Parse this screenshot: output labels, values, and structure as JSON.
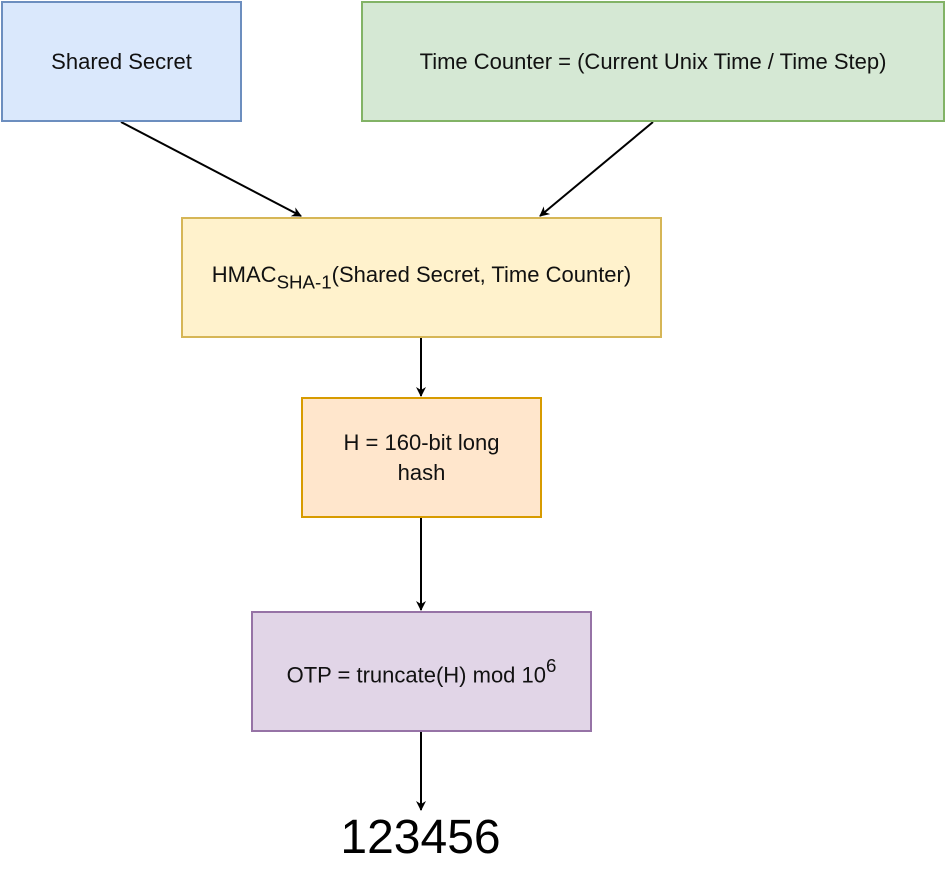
{
  "nodes": {
    "shared_secret": {
      "label": "Shared Secret",
      "fill": "#dae8fc",
      "stroke": "#6c8ebf"
    },
    "time_counter": {
      "label": "Time Counter = (Current Unix Time / Time Step)",
      "fill": "#d5e8d4",
      "stroke": "#82b366"
    },
    "hmac": {
      "prefix": "HMAC",
      "subscript": "SHA-1",
      "suffix": "(Shared Secret, Time Counter)",
      "fill": "#fff2cc",
      "stroke": "#d6b656"
    },
    "hash": {
      "label": "H = 160-bit long hash",
      "fill": "#ffe6cc",
      "stroke": "#d79b00"
    },
    "otp": {
      "prefix": "OTP = truncate(H) mod 10",
      "superscript": "6",
      "fill": "#e1d5e7",
      "stroke": "#9673a6"
    }
  },
  "result": {
    "value": "123456"
  },
  "edges": [
    {
      "from": "shared_secret",
      "to": "hmac"
    },
    {
      "from": "time_counter",
      "to": "hmac"
    },
    {
      "from": "hmac",
      "to": "hash"
    },
    {
      "from": "hash",
      "to": "otp"
    },
    {
      "from": "otp",
      "to": "result"
    }
  ],
  "colors": {
    "edge": "#000000"
  }
}
